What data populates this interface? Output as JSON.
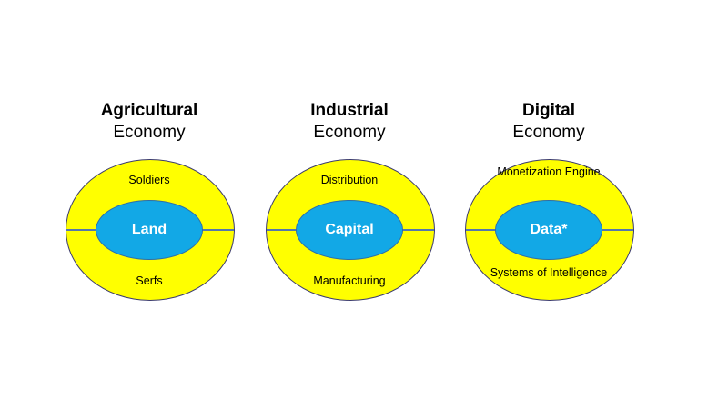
{
  "economies": [
    {
      "title": "Agricultural",
      "subtitle": "Economy",
      "core": "Land",
      "top": "Soldiers",
      "bottom": "Serfs"
    },
    {
      "title": "Industrial",
      "subtitle": "Economy",
      "core": "Capital",
      "top": "Distribution",
      "bottom": "Manufacturing"
    },
    {
      "title": "Digital",
      "subtitle": "Economy",
      "core": "Data*",
      "top": "Monetization Engine",
      "bottom": "Systems of Intelligence"
    }
  ],
  "colors": {
    "outer_fill": "#ffff00",
    "inner_fill": "#12a8e6",
    "divider": "#5577aa"
  }
}
